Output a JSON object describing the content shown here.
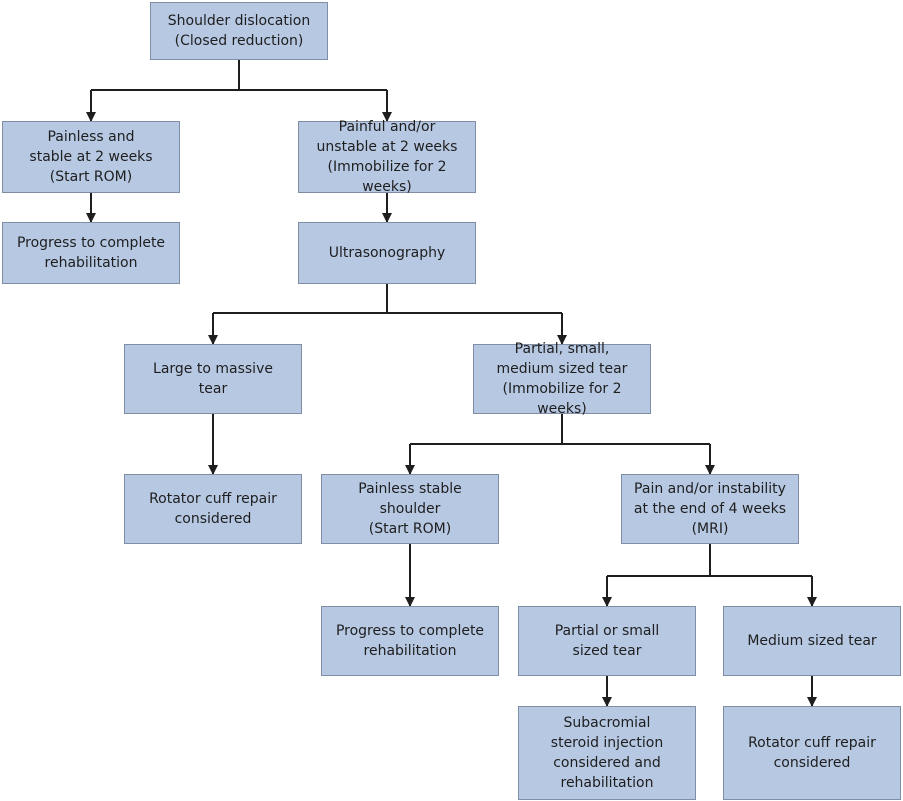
{
  "colors": {
    "box_fill": "#b7c8e3",
    "box_border": "#7f8ea4",
    "line": "#1e1e1e"
  },
  "nodes": {
    "dislocation": "Shoulder dislocation\n(Closed reduction)",
    "painless_stable": "Painless and\nstable at 2 weeks\n(Start ROM)",
    "painful_unstable": "Painful and/or\nunstable at 2 weeks\n(Immobilize for 2 weeks)",
    "progress_rehab_1": "Progress to complete\nrehabilitation",
    "ultrasonography": "Ultrasonography",
    "large_tear": "Large to massive\ntear",
    "partial_tear": "Partial, small,\nmedium sized tear\n(Immobilize for 2 weeks)",
    "cuff_repair_1": "Rotator cuff repair\nconsidered",
    "painless_shoulder": "Painless stable shoulder\n(Start ROM)",
    "pain_instability_4wk": "Pain and/or instability\nat the end of 4 weeks\n(MRI)",
    "progress_rehab_2": "Progress to complete\nrehabilitation",
    "partial_small_tear": "Partial or small\nsized tear",
    "medium_tear": "Medium sized tear",
    "steroid_injection": "Subacromial\nsteroid injection\nconsidered and\nrehabilitation",
    "cuff_repair_2": "Rotator cuff repair\nconsidered"
  }
}
